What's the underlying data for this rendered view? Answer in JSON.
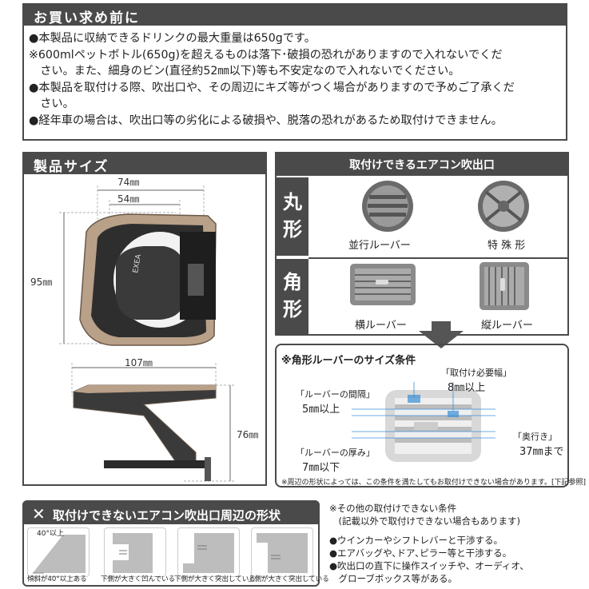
{
  "precautions": {
    "title": "お買い求め前に",
    "lines": [
      "●本製品に収納できるドリンクの最大重量は650gです。",
      "※600mlペットボトル(650g)を超えるものは落下･破損の恐れがありますので入れないでくだ",
      "　さい。また、細身のビン(直径約52㎜以下)等も不安定なので入れないでください。",
      "●本製品を取付ける際、吹出口や、その周辺にキズ等がつく場合がありますので予めご了承くだ",
      "　さい。",
      "●経年車の場合は、吹出口等の劣化による破損や、脱落の恐れがあるため取付けできません。"
    ]
  },
  "product_size": {
    "title": "製品サイズ",
    "dims": {
      "w74": "74㎜",
      "w54": "54㎜",
      "h95": "95㎜",
      "w107": "107㎜",
      "h76": "76㎜"
    },
    "brand": "EXEA"
  },
  "vents": {
    "title": "取付けできるエアコン吹出口",
    "round_label": [
      "丸",
      "形"
    ],
    "square_label": [
      "角",
      "形"
    ],
    "captions": [
      "並行ルーバー",
      "特 殊 形",
      "横ルーバー",
      "縦ルーバー"
    ]
  },
  "louver": {
    "title": "※角形ルーバーのサイズ条件",
    "width_label": "「取付け必要幅」",
    "width_value": "8㎜以上",
    "gap_label": "「ルーバーの間隔」",
    "gap_value": "5㎜以上",
    "thick_label": "「ルーバーの厚み」",
    "thick_value": "7㎜以下",
    "depth_label": "「奥行き」",
    "depth_value": "37㎜まで",
    "note": "※周辺の形状によっては、この条件を満たしてもお取付けできない場合があります。[下記参照]"
  },
  "not_mountable": {
    "title": "取付けできないエアコン吹出口周辺の形状",
    "angle": "40°以上",
    "captions": [
      "傾斜が40°以上ある",
      "下側が大きく凹んでいる",
      "下側が大きく突出している",
      "上側が大きく突出している"
    ]
  },
  "other_conditions": {
    "lines": [
      "※その他の取付けできない条件",
      "　(記載以外で取付けできない場合もあります)",
      "●ウインカーやシフトレバーと干渉する。",
      "●エアバッグや､ドア､ピラー等と干渉する。",
      "●吹出口の直下に操作スイッチや、オーディオ、",
      "　グローブボックス等がある。"
    ]
  },
  "colors": {
    "header": "#4a4a4a",
    "accent_blue": "#3a8fd6",
    "bronze": "#b8a089"
  }
}
